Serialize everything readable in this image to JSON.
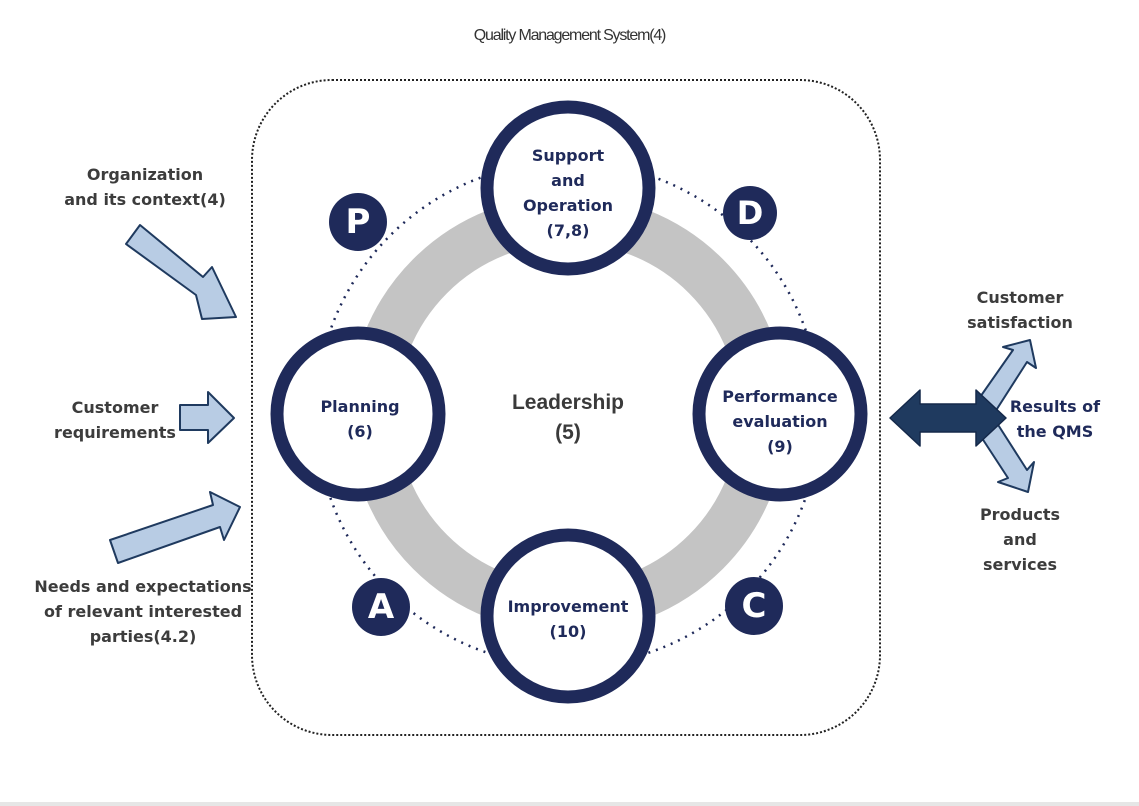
{
  "title": "Quality Management System(4)",
  "center": {
    "line1": "Leadership",
    "line2": "(5)"
  },
  "nodes": {
    "support": {
      "line1": "Support",
      "line2": "and",
      "line3": "Operation",
      "line4": "(7,8)"
    },
    "planning": {
      "line1": "Planning",
      "line2": "(6)"
    },
    "performance": {
      "line1": "Performance",
      "line2": "evaluation",
      "line3": "(9)"
    },
    "improvement": {
      "line1": "Improvement",
      "line2": "(10)"
    }
  },
  "pdca": {
    "plan": "P",
    "do": "D",
    "check": "C",
    "act": "A"
  },
  "inputs": {
    "organization": {
      "line1": "Organization",
      "line2": "and its context(4)"
    },
    "customer_requirements": {
      "line1": "Customer",
      "line2": "requirements"
    },
    "interested_parties": {
      "line1": "Needs and expectations",
      "line2": "of relevant interested",
      "line3": "parties(4.2)"
    }
  },
  "outputs": {
    "customer_satisfaction": {
      "line1": "Customer",
      "line2": "satisfaction"
    },
    "results": {
      "line1": "Results of",
      "line2": "the QMS"
    },
    "products": {
      "line1": "Products",
      "line2": "and",
      "line3": "services"
    }
  },
  "colors": {
    "navy": "#1f2a5a",
    "ring": "#c4c4c4",
    "arrow_light": "#b8cce4",
    "arrow_dark": "#1f3a5f"
  }
}
